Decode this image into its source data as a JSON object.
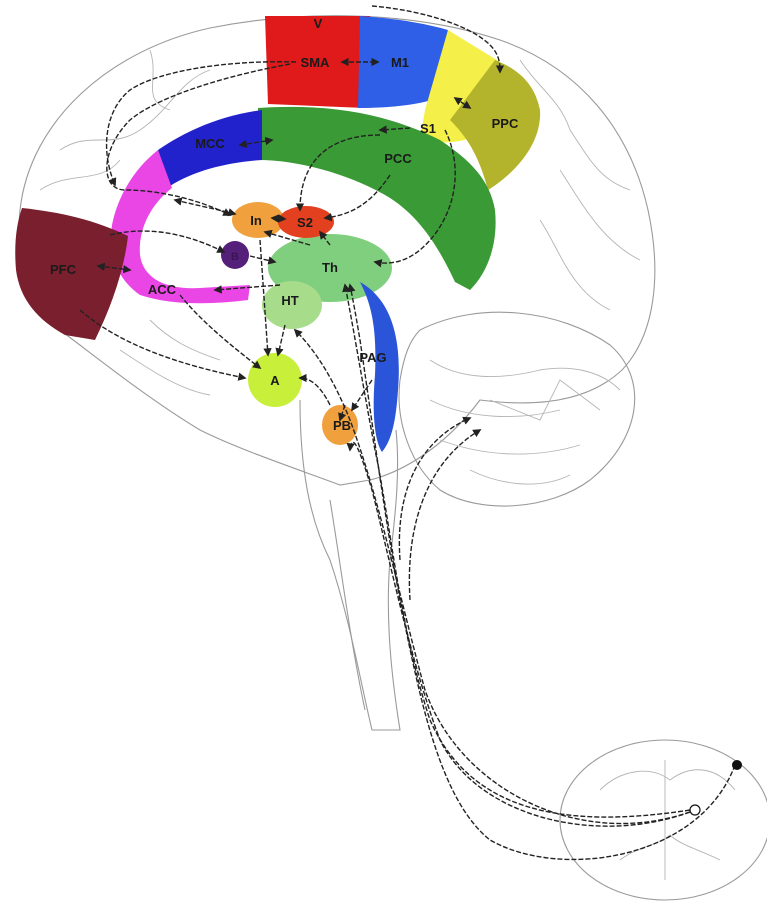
{
  "regions": {
    "v": {
      "label": "V",
      "color": "#e0191b"
    },
    "sma": {
      "label": "SMA",
      "color": "#e0191b"
    },
    "m1": {
      "label": "M1",
      "color": "#2e5fe6"
    },
    "s1": {
      "label": "S1",
      "color": "#f4f049"
    },
    "ppc": {
      "label": "PPC",
      "color": "#b4b42c"
    },
    "mcc": {
      "label": "MCC",
      "color": "#2222cc"
    },
    "pcc": {
      "label": "PCC",
      "color": "#3a9a36"
    },
    "pfc": {
      "label": "PFC",
      "color": "#7a1f2e"
    },
    "acc": {
      "label": "ACC",
      "color": "#ea46e6"
    },
    "in": {
      "label": "In",
      "color": "#f0a03c"
    },
    "s2": {
      "label": "S2",
      "color": "#e2401e"
    },
    "b": {
      "label": "B",
      "color": "#55207a"
    },
    "th": {
      "label": "Th",
      "color": "#7fcf7f"
    },
    "ht": {
      "label": "HT",
      "color": "#a6dc8a"
    },
    "a": {
      "label": "A",
      "color": "#c8ef3a"
    },
    "pag": {
      "label": "PAG",
      "color": "#2a55d8"
    },
    "pb": {
      "label": "PB",
      "color": "#f0a03c"
    }
  },
  "outline_color": "#9a9a9a",
  "pathway_color": "#222222"
}
